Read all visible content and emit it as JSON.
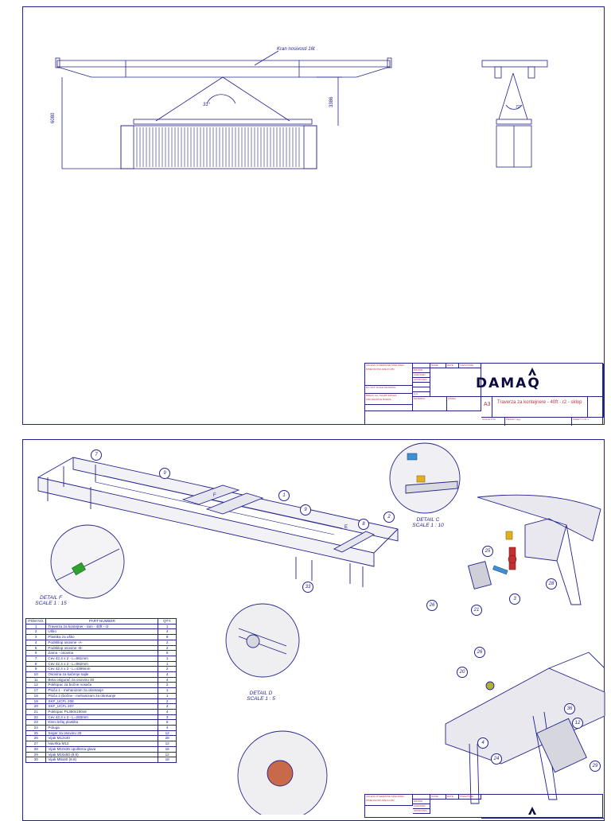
{
  "sheet1": {
    "crane_label": "Kran nosivosti 16t",
    "dim_height_total": "6080",
    "dim_height_sling": "3386",
    "angle_front": "31°",
    "angle_side": "72°"
  },
  "title_block": {
    "notes": [
      "UNLESS OTHERWISE SPECIFIED:",
      "DIMENSIONS ARE IN MM",
      "",
      "DO NOT SCALE DRAWING",
      "",
      "BREAK ALL SHARP EDGES",
      "AND REMOVE BURRS"
    ],
    "header_cols": [
      "",
      "NAME",
      "DATE",
      "SIGNATURE"
    ],
    "rows": [
      "DRAWN",
      "CHECKED",
      "APPROVED",
      "",
      "",
      "Q.A"
    ],
    "material_label": "MATERIAL",
    "finish_label": "FINISH",
    "size": "A3",
    "drawing_title": "Traverza za kontejnere - 40ft - r2 - sklop",
    "scale_label": "SCALE:1:50",
    "weight_label": "WEIGHT (kg):",
    "sheet_label": "SHEET 1 OF 1",
    "logo": "DAMAQ"
  },
  "sheet2": {
    "detail_f": [
      "DETAIL F",
      "SCALE 1 : 15"
    ],
    "detail_c": [
      "DETAIL C",
      "SCALE 1 : 10"
    ],
    "detail_d": [
      "DETAIL D",
      "SCALE 1 : 5"
    ],
    "letter_f": "F",
    "letter_e": "E",
    "balloons": [
      "7",
      "9",
      "1",
      "9",
      "8",
      "2",
      "33",
      "25",
      "28",
      "3",
      "26",
      "21",
      "26",
      "20",
      "36",
      "4",
      "12",
      "24",
      "29"
    ]
  },
  "bom": {
    "headers": [
      "ITEM NO.",
      "PART NUMBER",
      "QTY."
    ],
    "rows": [
      [
        "1",
        "Traverza za kontejner - ram - 40ft - r2",
        "1"
      ],
      [
        "2",
        "Uško",
        "4"
      ],
      [
        "3",
        "Plastika za uško",
        "8"
      ],
      [
        "4",
        "Podsklop osovine -A-",
        "2"
      ],
      [
        "5",
        "Podsklop osovine -B-",
        "2"
      ],
      [
        "6",
        "Zama - osovina",
        "6"
      ],
      [
        "7",
        "Cev 42,4 x 2 - L=981mm",
        "1"
      ],
      [
        "8",
        "Cev 42,4 x 2 - L=982mm",
        "1"
      ],
      [
        "9",
        "Cev 42,4 x 2 - L=4399mm",
        "2"
      ],
      [
        "10",
        "Osovina za kačenje sajle",
        "4"
      ],
      [
        "11",
        "Beta osigurač za osovinu 30",
        "4"
      ],
      [
        "12",
        "Poklopac za bočne nosače",
        "2"
      ],
      [
        "17",
        "Ploča 1 - mehanizam za okretanje",
        "1"
      ],
      [
        "18",
        "Ploča 2 (bočne - mehanizam za okretanje",
        "1"
      ],
      [
        "19",
        "SKF_UCFL 208",
        "2"
      ],
      [
        "20",
        "SKF_UCFL 207",
        "4"
      ],
      [
        "21",
        "Poklopac PL350x190x8",
        "4"
      ],
      [
        "22",
        "Cev 42,4 x 2 - L=283mm",
        "3"
      ],
      [
        "23",
        "Kleni ležaj plastika",
        "6"
      ],
      [
        "24",
        "Poluga",
        "4"
      ],
      [
        "25",
        "Seger za osovinu 20",
        "12"
      ],
      [
        "26",
        "Vijak M12x40",
        "28"
      ],
      [
        "27",
        "Navrtka M12",
        "12"
      ],
      [
        "28",
        "Vijak M10x35 upuštena glava",
        "16"
      ],
      [
        "29",
        "Vijak M16x50 (8.8)",
        "12"
      ],
      [
        "30",
        "Vijak M8x60 (8.8)",
        "18"
      ]
    ]
  }
}
